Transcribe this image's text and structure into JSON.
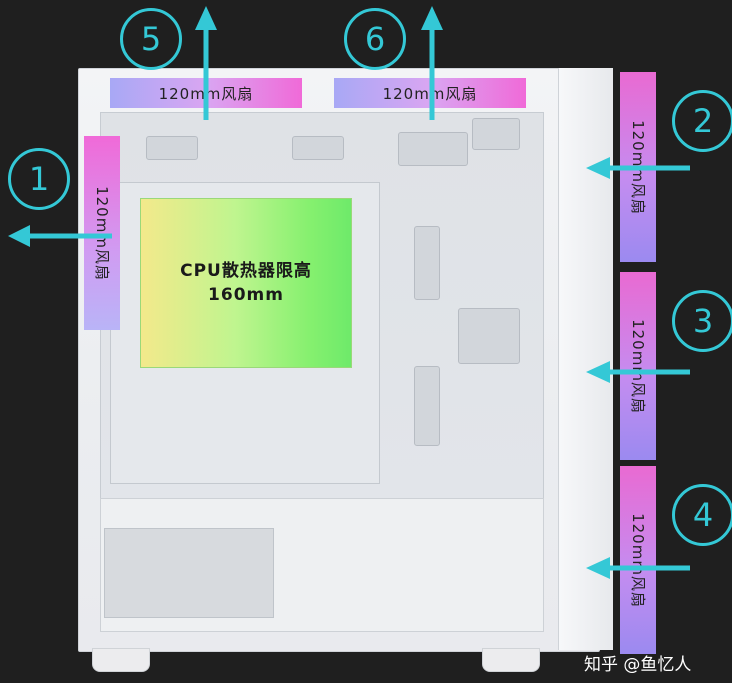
{
  "cooler_label_line1": "CPU散热器限高",
  "cooler_label_line2": "160mm",
  "fans": {
    "top_left": "120mm风扇",
    "top_right": "120mm风扇",
    "rear": "120mm风扇",
    "front_1": "120mm风扇",
    "front_2": "120mm风扇",
    "front_3": "120mm风扇"
  },
  "markers": [
    "1",
    "2",
    "3",
    "4",
    "5",
    "6"
  ],
  "watermark": "知乎 @鱼忆人",
  "colors": {
    "background": "#1f1f1f",
    "arrow_cyan": "#34c8d6",
    "fan_pink": "#f06ad8",
    "fan_lavender": "#a8a8f5",
    "cooler_yellow": "#f3e98b",
    "cooler_green": "#6eea6a"
  }
}
